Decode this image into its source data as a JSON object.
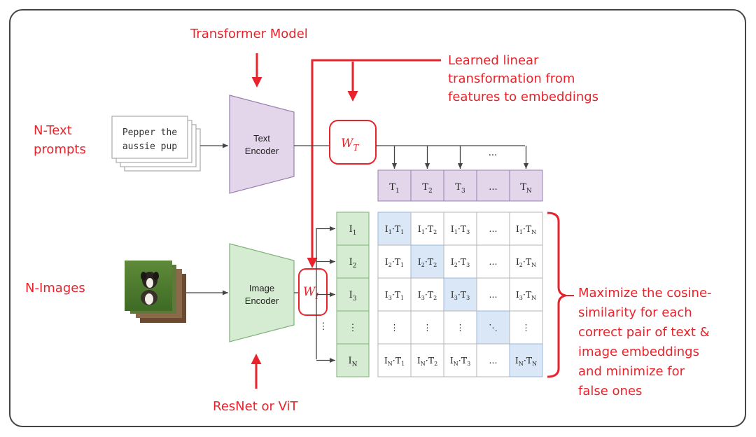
{
  "annotations": {
    "transformer_model": "Transformer Model",
    "learned_linear": [
      "Learned linear",
      "transformation from",
      "features to embeddings"
    ],
    "n_text": [
      "N-Text",
      "prompts"
    ],
    "n_images": "N-Images",
    "resnet_vit": "ResNet or ViT",
    "maximize": [
      "Maximize the cosine-",
      "similarity for each",
      "correct pair of text &",
      "image embeddings",
      "and minimize for",
      "false ones"
    ]
  },
  "text_prompt": [
    "Pepper the",
    "aussie pup"
  ],
  "text_encoder": [
    "Text",
    "Encoder"
  ],
  "image_encoder": [
    "Image",
    "Encoder"
  ],
  "w_text": {
    "base": "W",
    "sub": "T"
  },
  "w_image": {
    "base": "W",
    "sub": "I"
  },
  "text_embeddings": [
    {
      "base": "T",
      "sub": "1"
    },
    {
      "base": "T",
      "sub": "2"
    },
    {
      "base": "T",
      "sub": "3"
    },
    {
      "base": "...",
      "sub": ""
    },
    {
      "base": "T",
      "sub": "N"
    }
  ],
  "top_dots": "...",
  "image_embeddings": [
    {
      "base": "I",
      "sub": "1"
    },
    {
      "base": "I",
      "sub": "2"
    },
    {
      "base": "I",
      "sub": "3"
    },
    {
      "base": "⋮",
      "sub": ""
    },
    {
      "base": "I",
      "sub": "N"
    }
  ],
  "side_dots": "⋮",
  "matrix": [
    [
      {
        "a": "1",
        "b": "1"
      },
      {
        "a": "1",
        "b": "2"
      },
      {
        "a": "1",
        "b": "3"
      },
      {
        "t": "..."
      },
      {
        "a": "1",
        "b": "N"
      }
    ],
    [
      {
        "a": "2",
        "b": "1"
      },
      {
        "a": "2",
        "b": "2"
      },
      {
        "a": "2",
        "b": "3"
      },
      {
        "t": "..."
      },
      {
        "a": "2",
        "b": "N"
      }
    ],
    [
      {
        "a": "3",
        "b": "1"
      },
      {
        "a": "3",
        "b": "2"
      },
      {
        "a": "3",
        "b": "3"
      },
      {
        "t": "..."
      },
      {
        "a": "3",
        "b": "N"
      }
    ],
    [
      {
        "t": "⋮"
      },
      {
        "t": "⋮"
      },
      {
        "t": "⋮"
      },
      {
        "t": "⋱"
      },
      {
        "t": "⋮"
      }
    ],
    [
      {
        "a": "N",
        "b": "1"
      },
      {
        "a": "N",
        "b": "2"
      },
      {
        "a": "N",
        "b": "3"
      },
      {
        "t": "..."
      },
      {
        "a": "N",
        "b": "N"
      }
    ]
  ],
  "colors": {
    "red": "#e8232b",
    "text_fill": "#e3d5ea",
    "text_stroke": "#9a7fae",
    "image_fill": "#d6ecd2",
    "image_stroke": "#7fb27a",
    "diag_fill": "#dae7f7",
    "diag_stroke": "#9ab9de"
  }
}
